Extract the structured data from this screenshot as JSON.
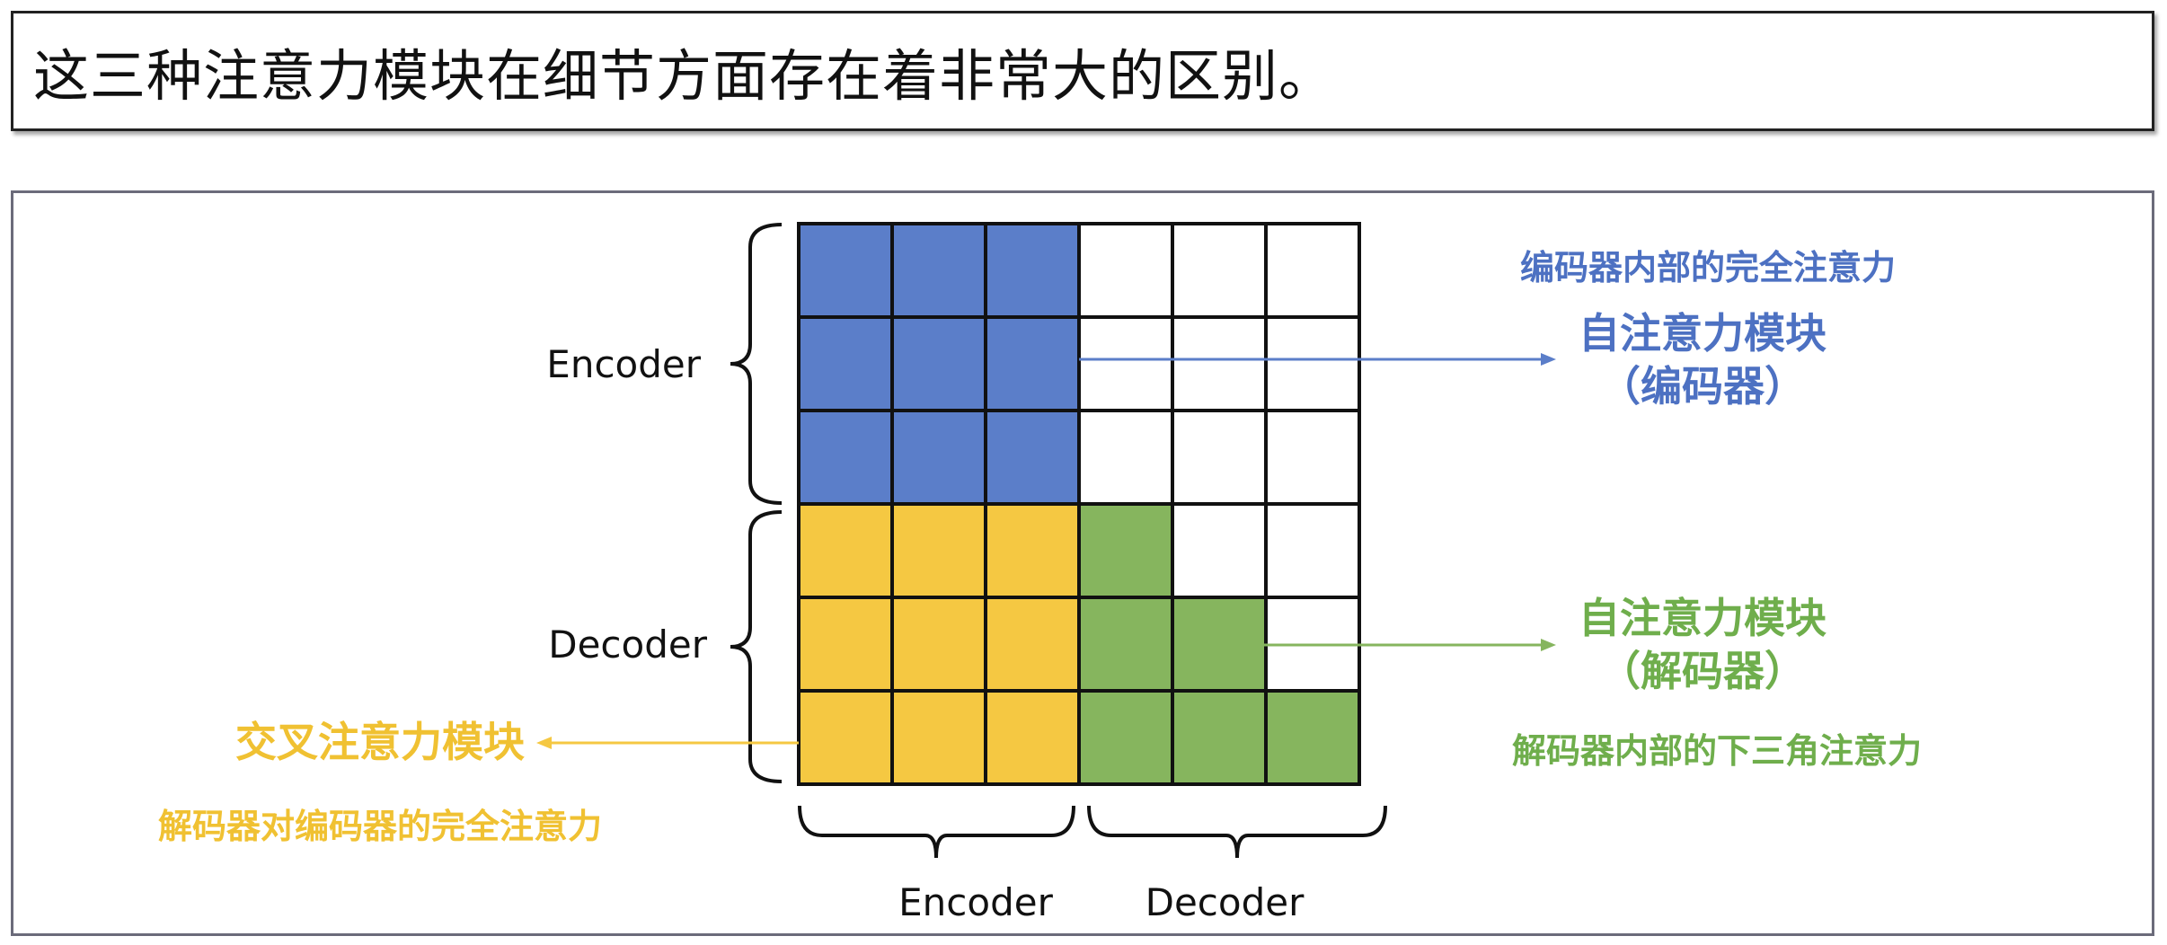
{
  "header": {
    "title": "这三种注意力模块在细节方面存在着非常大的区别。"
  },
  "diagram": {
    "labels": {
      "row_encoder": "Encoder",
      "row_decoder": "Decoder",
      "col_encoder": "Encoder",
      "col_decoder": "Decoder"
    },
    "colors": {
      "encoder_self": "#5b7ec9",
      "cross": "#f5c842",
      "decoder_self": "#86b55e",
      "empty": "#ffffff",
      "grid_line": "#111111",
      "blue_text": "#4d71c2",
      "green_text": "#6fae4c",
      "yellow_text": "#f0c132"
    },
    "matrix": [
      [
        "encoder_self",
        "encoder_self",
        "encoder_self",
        "empty",
        "empty",
        "empty"
      ],
      [
        "encoder_self",
        "encoder_self",
        "encoder_self",
        "empty",
        "empty",
        "empty"
      ],
      [
        "encoder_self",
        "encoder_self",
        "encoder_self",
        "empty",
        "empty",
        "empty"
      ],
      [
        "cross",
        "cross",
        "cross",
        "decoder_self",
        "empty",
        "empty"
      ],
      [
        "cross",
        "cross",
        "cross",
        "decoder_self",
        "decoder_self",
        "empty"
      ],
      [
        "cross",
        "cross",
        "cross",
        "decoder_self",
        "decoder_self",
        "decoder_self"
      ]
    ],
    "annotations": {
      "encoder_caption": "编码器内部的完全注意力",
      "encoder_title_line1": "自注意力模块",
      "encoder_title_line2": "（编码器）",
      "decoder_title_line1": "自注意力模块",
      "decoder_title_line2": "（解码器）",
      "decoder_caption": "解码器内部的下三角注意力",
      "cross_title": "交叉注意力模块",
      "cross_caption": "解码器对编码器的完全注意力"
    }
  }
}
